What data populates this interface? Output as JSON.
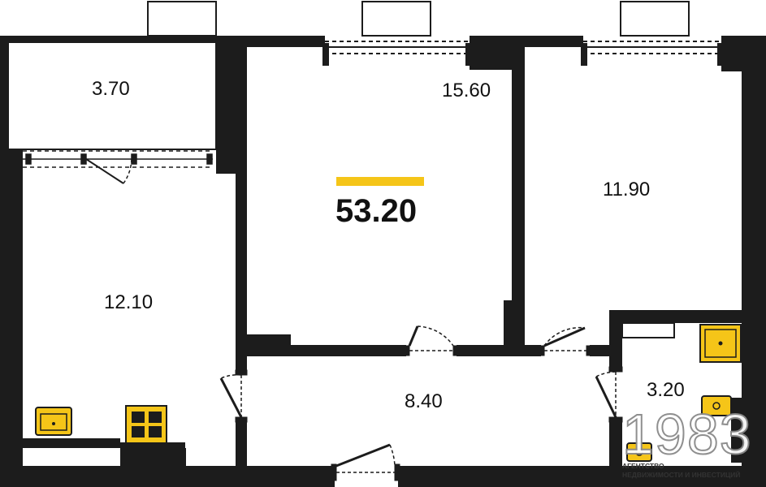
{
  "plan": {
    "total_area": "53.20",
    "accent_color": "#f5c518",
    "wall_color": "#1c1c1c",
    "fixture_color": "#f5c518",
    "rooms": [
      {
        "id": "balcony",
        "label": "3.70"
      },
      {
        "id": "living-room",
        "label": "15.60"
      },
      {
        "id": "bedroom",
        "label": "11.90"
      },
      {
        "id": "kitchen",
        "label": "12.10"
      },
      {
        "id": "hallway",
        "label": "8.40"
      },
      {
        "id": "bathroom",
        "label": "3.20"
      }
    ]
  },
  "logo": {
    "digits": "1983",
    "line1": "АГЕНТСТВО",
    "line2": "НЕДВИЖИМОСТИ И ИНВЕСТИЦИЙ"
  }
}
